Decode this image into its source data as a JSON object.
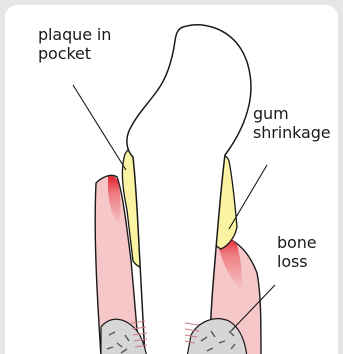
{
  "labels": {
    "plaque": [
      "plaque in",
      "pocket"
    ],
    "gum": [
      "gum",
      "shrinkage"
    ],
    "bone": [
      "bone",
      "loss"
    ]
  },
  "colors": {
    "background": "#e6e6e6",
    "canvas": "#ffffff",
    "gum": "#f6c7c9",
    "plaque": "#faf3a2",
    "inflammation": "#e3202c",
    "bone": "#d6d6d6",
    "tooth": "#ffffff",
    "outline": "#1a1a1a"
  },
  "icons": {
    "tooth": "tooth-crown-root",
    "gum": "gum-tissue",
    "bone": "jaw-bone"
  }
}
